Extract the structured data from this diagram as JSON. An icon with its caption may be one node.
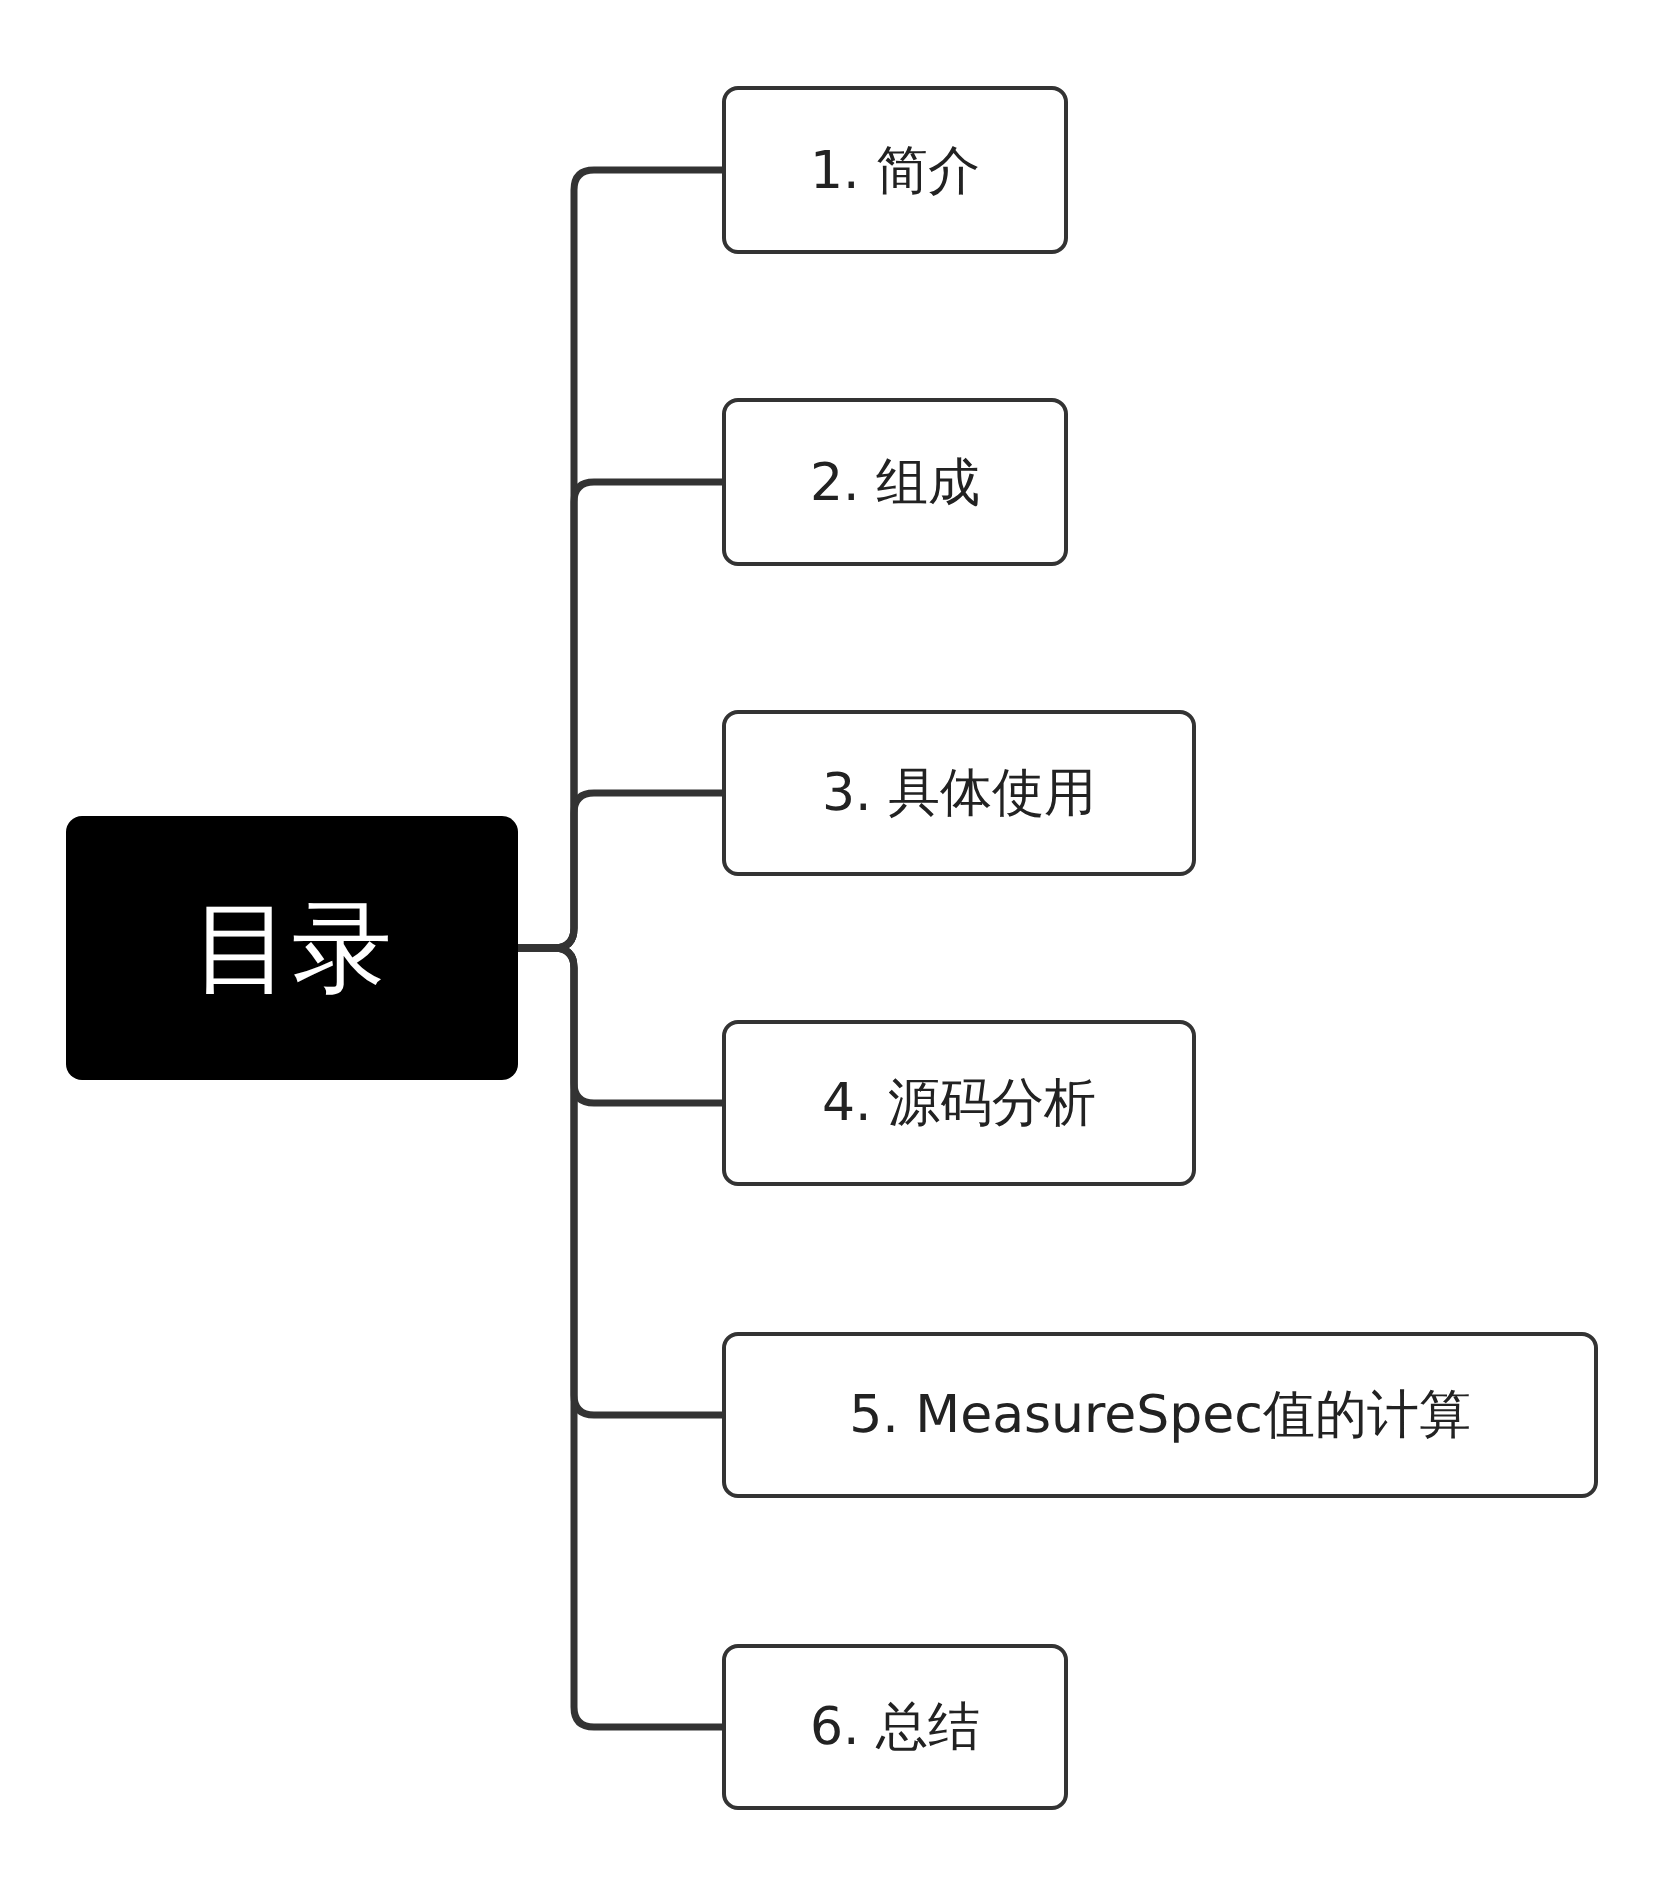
{
  "diagram": {
    "nodes": [
      {
        "text": [
          "目录"
        ]
      },
      {
        "text": [
          "1. 简介"
        ]
      },
      {
        "text": [
          "2. 组成"
        ]
      },
      {
        "text": [
          "3. 具体使用"
        ]
      },
      {
        "text": [
          "4. 源码分析"
        ]
      },
      {
        "text": [
          "5. MeasureSpec值的计算"
        ]
      },
      {
        "text": [
          "6. 总结"
        ]
      }
    ],
    "edges": [
      {
        "from": 0,
        "to": 1,
        "arrow": "none"
      },
      {
        "from": 0,
        "to": 2,
        "arrow": "none"
      },
      {
        "from": 0,
        "to": 3,
        "arrow": "none"
      },
      {
        "from": 0,
        "to": 4,
        "arrow": "none"
      },
      {
        "from": 0,
        "to": 5,
        "arrow": "none"
      },
      {
        "from": 0,
        "to": 6,
        "arrow": "none"
      }
    ]
  }
}
